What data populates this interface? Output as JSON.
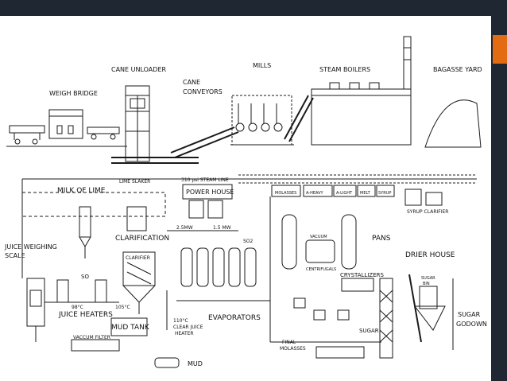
{
  "diagram": {
    "labels": {
      "weigh_bridge": "WEIGH BRIDGE",
      "cane_unloader": "CANE UNLOADER",
      "cane_conveyors_1": "CANE",
      "cane_conveyors_2": "CONVEYORS",
      "mills": "MILLS",
      "steam_boilers": "STEAM BOILERS",
      "bagasse_yard": "BAGASSE YARD",
      "milk_of_lime": "MILK OF LIME",
      "lime_slaker": "LIME SLAKER",
      "steam_line": "310 psi STEAM LINE",
      "power_house": "POWER HOUSE",
      "mw_left": "2.5MW",
      "mw_right": "1.5 MW",
      "clarification": "CLARIFICATION",
      "clarifier": "CLARIFIER",
      "juice_weighing_1": "JUICE WEIGHING",
      "juice_weighing_2": "SCALE",
      "so2_left": "SO",
      "so2_right": "SO2",
      "juice_heaters": "JUICE HEATERS",
      "temp_left": "98°C",
      "temp_right": "105°C",
      "mud_tank": "MUD TANK",
      "vacuum_filter": "VACCUM FILTER",
      "mud": "MUD",
      "temp_evap": "110°C",
      "clear_juice_1": "CLEAR JUICE",
      "clear_juice_2": "HEATER",
      "evaporators": "EVAPORATORS",
      "molasses": "MOLASSES",
      "a_heavy": "A-HEAVY",
      "a_light": "A-LIGHT",
      "melt": "MELT",
      "syrup": "SYRUP",
      "syrup_clarifier": "SYRUP CLARIFIER",
      "pans": "PANS",
      "vacuum_pans": "VACUUM",
      "centrifugals": "CENTRIFUGALS",
      "crystallizers": "CRYSTALLIZERS",
      "drier_house": "DRIER HOUSE",
      "sugar_bin_1": "SUGAR",
      "sugar_bin_2": "BIN",
      "sugar": "SUGAR",
      "sugar_godown_1": "SUGAR",
      "sugar_godown_2": "GODOWN",
      "final_molasses_1": "FINAL",
      "final_molasses_2": "MOLASSES"
    },
    "colors": {
      "ink": "#1a1a1a",
      "paper": "#ffffff",
      "frame": "#1f2733",
      "accent": "#e36b12"
    }
  }
}
